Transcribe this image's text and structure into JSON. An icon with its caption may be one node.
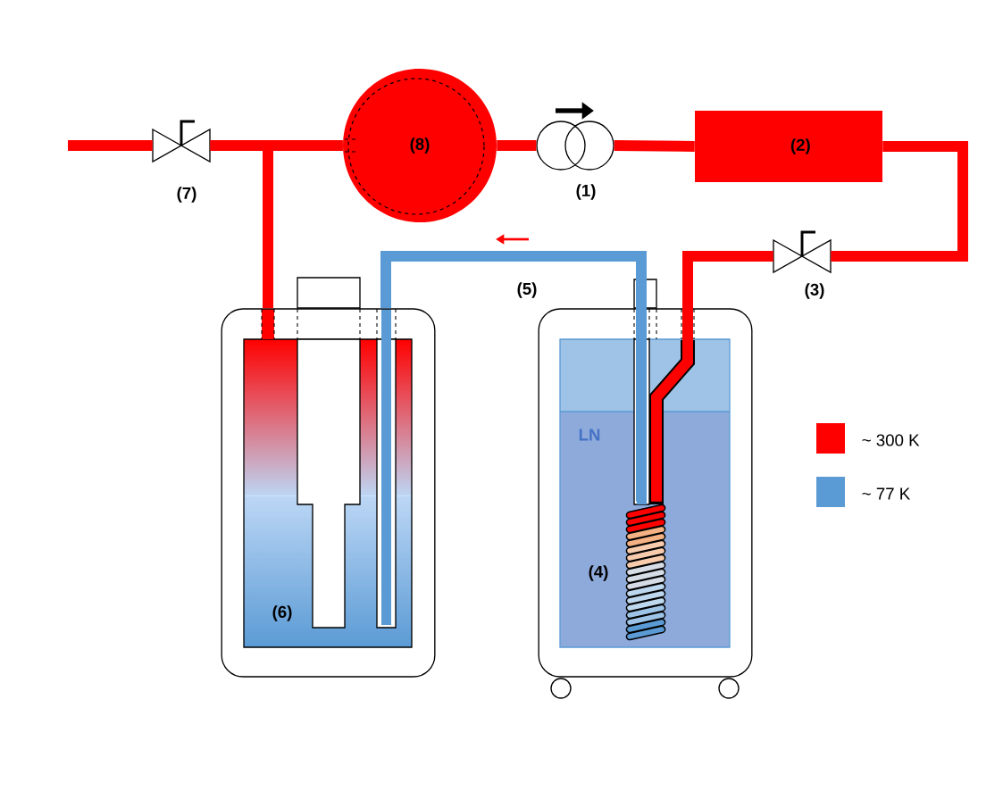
{
  "diagram": {
    "nodes": [
      {
        "text": [
          "(7)"
        ]
      },
      {
        "text": [
          "(8)"
        ]
      },
      {
        "text": [
          "(1)"
        ]
      },
      {
        "text": [
          "(2)"
        ]
      },
      {
        "text": [
          "(3)"
        ]
      },
      {
        "text": [
          "(6)"
        ]
      },
      {
        "text": [
          "LN"
        ]
      },
      {
        "text": [
          "(4)"
        ],
        "in": 6
      }
    ],
    "edges": [
      {
        "from": null,
        "to": 0,
        "arrow": "none"
      },
      {
        "from": 0,
        "to": 1,
        "arrow": "none"
      },
      {
        "from": 5,
        "to": 1,
        "arrow": "none"
      },
      {
        "from": 1,
        "to": 2,
        "arrow": "none"
      },
      {
        "from": 2,
        "to": 3,
        "arrow": "none"
      },
      {
        "from": 3,
        "to": 4,
        "arrow": "none"
      },
      {
        "from": 4,
        "to": 7,
        "arrow": "none"
      },
      {
        "from": 7,
        "to": 5,
        "arrow": "none",
        "label": "(5)",
        "color": "#5b9bd5"
      }
    ],
    "legend": [
      {
        "text": "~ 300 K",
        "color": "#ff0000"
      },
      {
        "text": "~ 77 K",
        "color": "#5b9bd5"
      }
    ]
  }
}
